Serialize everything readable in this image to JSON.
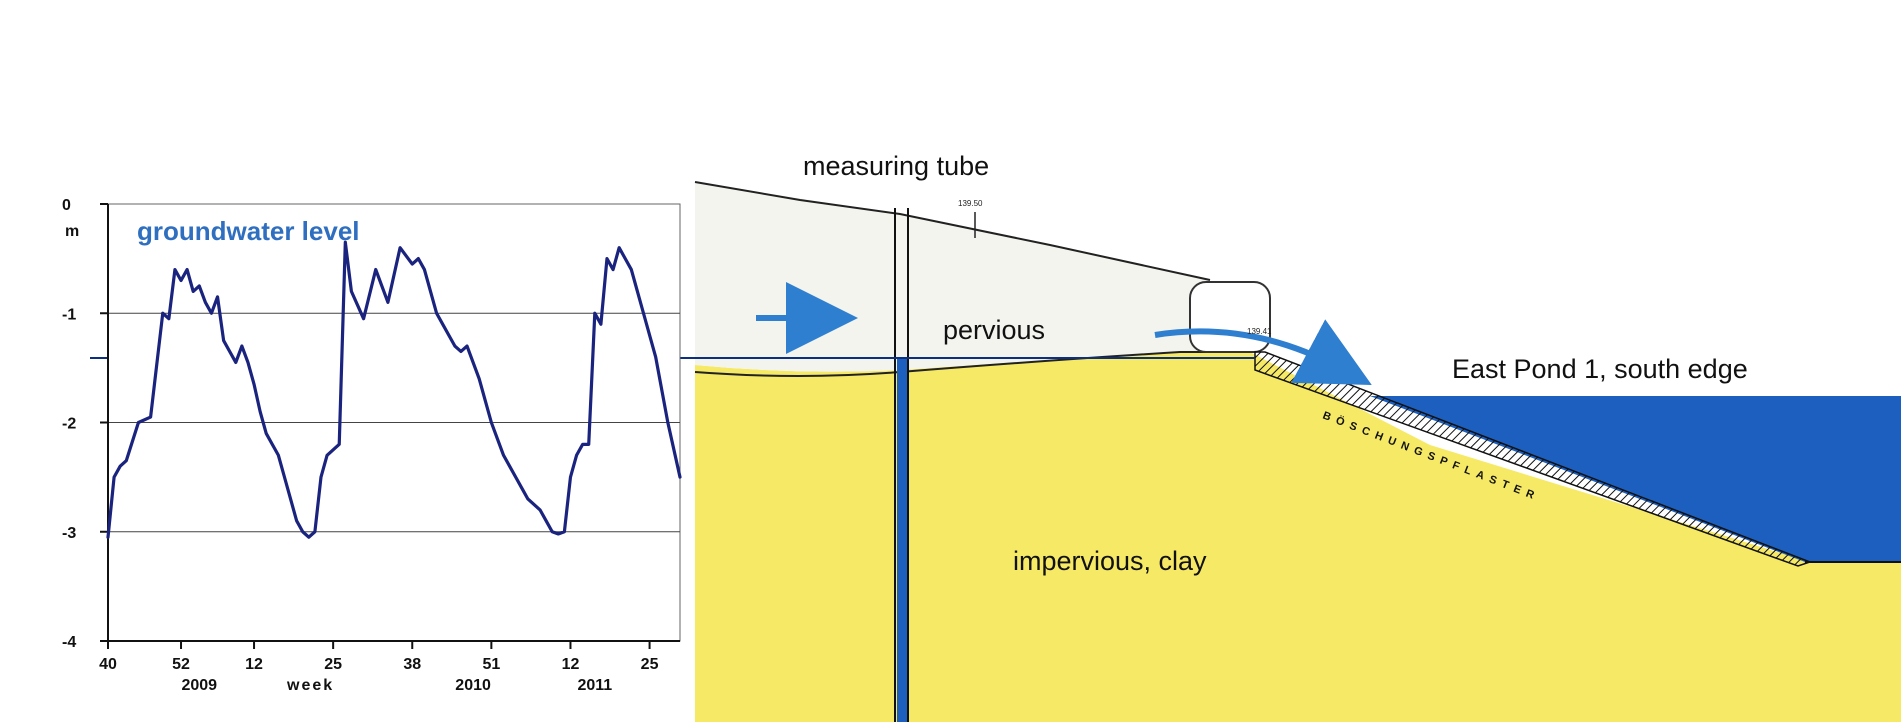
{
  "chart_data": {
    "type": "line",
    "title": "groundwater level",
    "ylabel_unit": "m",
    "ylim": [
      -4,
      0
    ],
    "yticks": [
      "0",
      "-1",
      "-2",
      "-3",
      "-4"
    ],
    "xlabel": "week",
    "xticks": [
      "40",
      "52",
      "12",
      "25",
      "38",
      "51",
      "12",
      "25"
    ],
    "year_labels": [
      "2009",
      "2010",
      "2011"
    ],
    "grid": true,
    "reference_level": -1.45,
    "series": [
      {
        "color": "#1a237e",
        "x": [
          40,
          41,
          42,
          43,
          45,
          47,
          49,
          50,
          51,
          52,
          53,
          54,
          55,
          56,
          57,
          58,
          59,
          60,
          61,
          62,
          63,
          64,
          65,
          66,
          67,
          68,
          69,
          70,
          71,
          72,
          73,
          74,
          75,
          76,
          77,
          78,
          79,
          80,
          82,
          84,
          86,
          88,
          90,
          91,
          92,
          93,
          94,
          95,
          96,
          97,
          98,
          99,
          100,
          101,
          102,
          103,
          104,
          105,
          106,
          107,
          108,
          109,
          110,
          111,
          112,
          113,
          114,
          115,
          116,
          117,
          118,
          119,
          120,
          121,
          122,
          123,
          124,
          125,
          126,
          128,
          130,
          132,
          134
        ],
        "y": [
          -3.05,
          -2.5,
          -2.4,
          -2.35,
          -2.0,
          -1.95,
          -1.0,
          -1.05,
          -0.6,
          -0.7,
          -0.6,
          -0.8,
          -0.75,
          -0.9,
          -1.0,
          -0.85,
          -1.25,
          -1.35,
          -1.45,
          -1.3,
          -1.45,
          -1.65,
          -1.9,
          -2.1,
          -2.2,
          -2.3,
          -2.5,
          -2.7,
          -2.9,
          -3.0,
          -3.05,
          -3.0,
          -2.5,
          -2.3,
          -2.25,
          -2.2,
          -0.35,
          -0.8,
          -1.05,
          -0.6,
          -0.9,
          -0.4,
          -0.55,
          -0.5,
          -0.6,
          -0.8,
          -1.0,
          -1.1,
          -1.2,
          -1.3,
          -1.35,
          -1.3,
          -1.45,
          -1.6,
          -1.8,
          -2.0,
          -2.15,
          -2.3,
          -2.4,
          -2.5,
          -2.6,
          -2.7,
          -2.75,
          -2.8,
          -2.9,
          -3.0,
          -3.02,
          -3.0,
          -2.5,
          -2.3,
          -2.2,
          -2.2,
          -1.0,
          -1.1,
          -0.5,
          -0.6,
          -0.4,
          -0.5,
          -0.6,
          -1.0,
          -1.4,
          -2.0,
          -2.5
        ]
      }
    ]
  },
  "diagram": {
    "labels": {
      "tube": "measuring tube",
      "pervious": "pervious",
      "impervious": "impervious, clay",
      "pond": "East Pond 1, south edge",
      "slope_text": "BÖSCHUNGSPFLASTER",
      "elev_top": "139.50",
      "elev_outlet": "139.41"
    },
    "colors": {
      "clay": "#f5e54a",
      "water": "#1c5fbf",
      "flow_arrow": "#2f7fd0",
      "water_line": "#0d2f80",
      "curve": "#1a237e"
    }
  }
}
